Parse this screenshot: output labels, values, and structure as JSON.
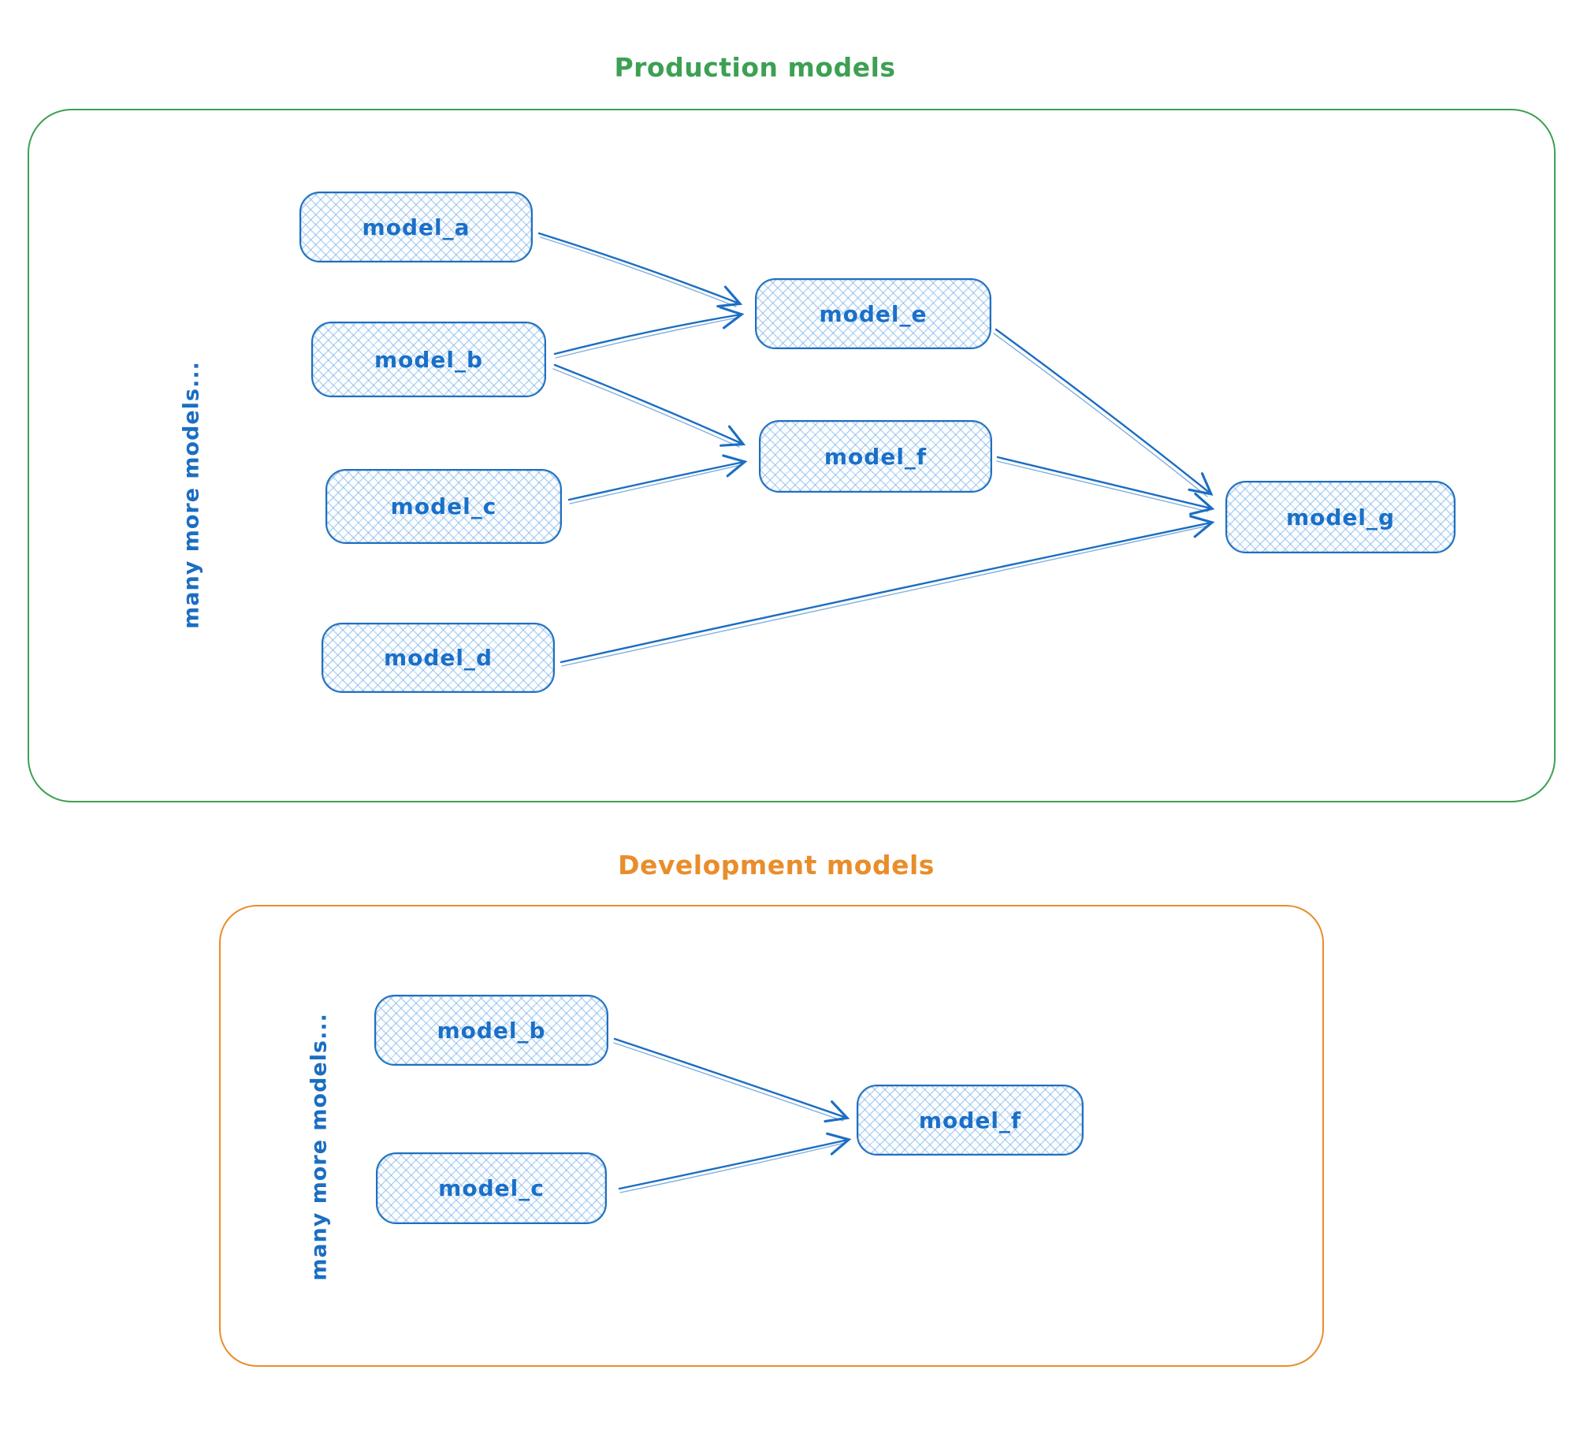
{
  "production": {
    "title": "Production models",
    "side_label": "many more models...",
    "nodes": [
      {
        "id": "model_a",
        "label": "model_a"
      },
      {
        "id": "model_b",
        "label": "model_b"
      },
      {
        "id": "model_c",
        "label": "model_c"
      },
      {
        "id": "model_d",
        "label": "model_d"
      },
      {
        "id": "model_e",
        "label": "model_e"
      },
      {
        "id": "model_f",
        "label": "model_f"
      },
      {
        "id": "model_g",
        "label": "model_g"
      }
    ],
    "edges": [
      {
        "from": "model_a",
        "to": "model_e"
      },
      {
        "from": "model_b",
        "to": "model_e"
      },
      {
        "from": "model_b",
        "to": "model_f"
      },
      {
        "from": "model_c",
        "to": "model_f"
      },
      {
        "from": "model_e",
        "to": "model_g"
      },
      {
        "from": "model_f",
        "to": "model_g"
      },
      {
        "from": "model_d",
        "to": "model_g"
      }
    ]
  },
  "development": {
    "title": "Development models",
    "side_label": "many more models...",
    "nodes": [
      {
        "id": "model_b",
        "label": "model_b"
      },
      {
        "id": "model_c",
        "label": "model_c"
      },
      {
        "id": "model_f",
        "label": "model_f"
      }
    ],
    "edges": [
      {
        "from": "model_b",
        "to": "model_f"
      },
      {
        "from": "model_c",
        "to": "model_f"
      }
    ]
  },
  "colors": {
    "node_stroke": "#1e6fbf",
    "node_text": "#1a70c8",
    "production_accent": "#3da053",
    "development_accent": "#e98d2b"
  }
}
